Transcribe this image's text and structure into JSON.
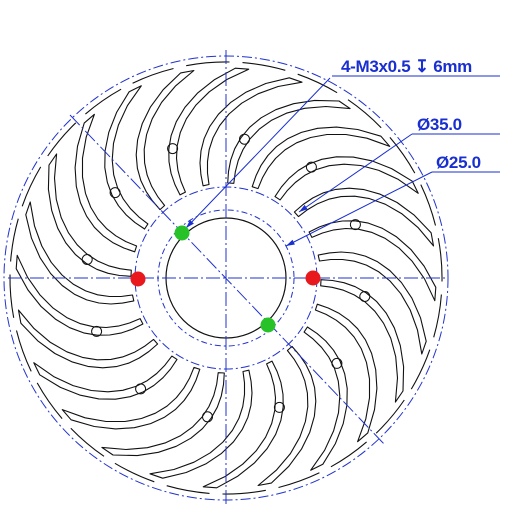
{
  "drawing": {
    "callouts": {
      "thread": "4-M3x0.5 ↧ 6mm",
      "dia_outer": "Ø35.0",
      "dia_inner": "Ø25.0"
    },
    "colors": {
      "outline": "#111111",
      "dimension": "#1a2fd0",
      "centerline": "#2233cc",
      "marker_red": "#e8181c",
      "marker_green": "#27c227"
    },
    "fin_count": 24,
    "markers": [
      {
        "name": "marker-red-left",
        "color": "red"
      },
      {
        "name": "marker-red-right",
        "color": "red"
      },
      {
        "name": "marker-green-top",
        "color": "green"
      },
      {
        "name": "marker-green-bottom",
        "color": "green"
      }
    ]
  }
}
